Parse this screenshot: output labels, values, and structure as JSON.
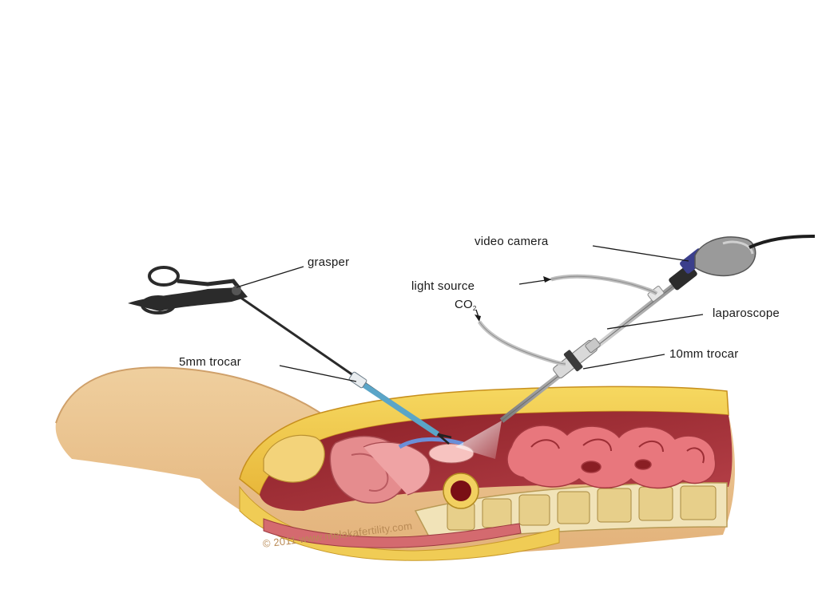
{
  "labels": {
    "grasper": "grasper",
    "video_camera": "video camera",
    "light_source": "light source",
    "co2_main": "CO",
    "co2_sub": "2",
    "laparoscope": "laparoscope",
    "trocar_5mm": "5mm trocar",
    "trocar_10mm": "10mm trocar"
  },
  "copyright": "© 2011 www.melakafertility.com"
}
